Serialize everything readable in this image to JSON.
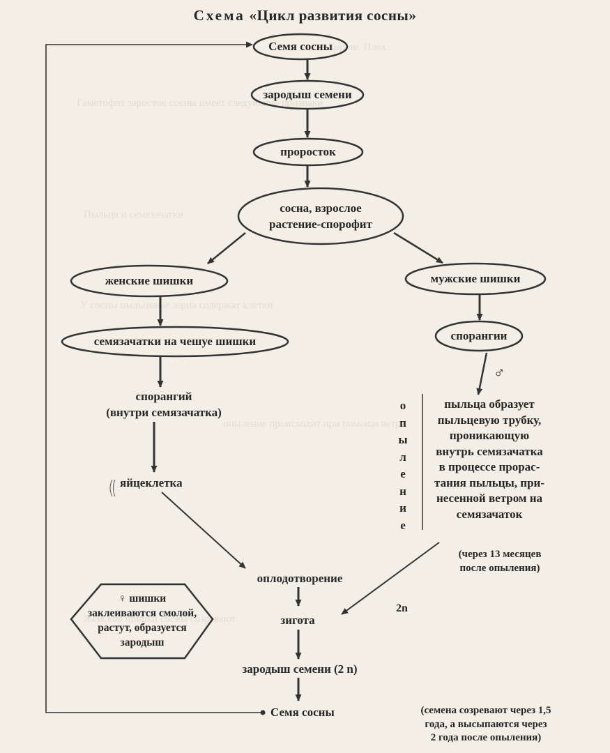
{
  "title": {
    "prefix": "Схема",
    "main": "«Цикл развития сосны»"
  },
  "nodes": {
    "seed_top": "Семя сосны",
    "embryo_top": "зародыш семени",
    "sprout": "проросток",
    "adult_line1": "сосна, взрослое",
    "adult_line2": "растение-спорофит",
    "female_cones": "женские шишки",
    "male_cones": "мужские шишки",
    "ovules": "семязачатки на чешуе шишки",
    "sporangia": "спорангии",
    "sporangium_line1": "спорангий",
    "sporangium_line2": "(внутри семязачатка)",
    "egg": "яйцеклетка",
    "fertilization": "оплодотворение",
    "zygote": "зигота",
    "embryo_bottom": "зародыш семени (2 n)",
    "seed_bottom": "Семя сосны"
  },
  "pollination": {
    "vertical_letters": [
      "о",
      "п",
      "ы",
      "л",
      "е",
      "н",
      "и",
      "е"
    ],
    "description_lines": [
      "пыльца образует",
      "пыльцевую трубку,",
      "проникающую",
      "внутрь семязачатка",
      "в процессе прорас-",
      "тания пыльцы, при-",
      "несенной ветром на",
      "семязачаток"
    ],
    "timing_line1": "(через 13 месяцев",
    "timing_line2": "после опыления)"
  },
  "female_note": {
    "line1": "♀ шишки",
    "line2": "заклеиваются смолой,",
    "line3": "растут, образуется",
    "line4": "зародыш"
  },
  "markers": {
    "male_symbol": "♂",
    "two_n": "2n"
  },
  "seed_note": {
    "line1": "(семена созревают через 1,5",
    "line2": "года, а высыпаются через",
    "line3": "2 года после опыления)"
  }
}
